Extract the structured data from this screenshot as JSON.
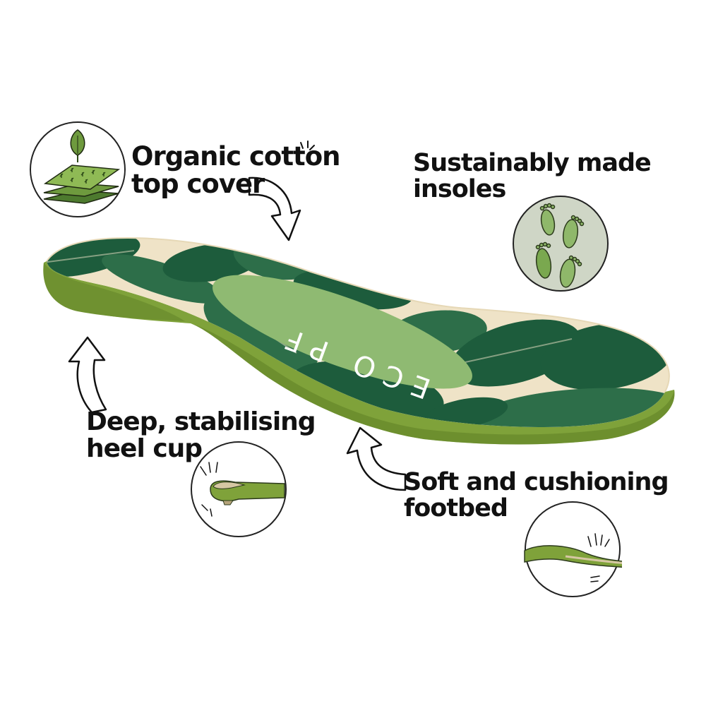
{
  "callouts": {
    "organic_cotton": {
      "line1": "Organic cotton",
      "line2": "top cover"
    },
    "sustainably_made": {
      "line1": "Sustainably made",
      "line2": "insoles"
    },
    "heel_cup": {
      "line1": "Deep, stabilising",
      "line2": "heel cup"
    },
    "footbed": {
      "line1": "Soft and cushioning",
      "line2": "footbed"
    }
  },
  "insole": {
    "brand_print": "ECO PF"
  },
  "colors": {
    "dark_leaf": "#1d5c3c",
    "mid_leaf": "#2d6e49",
    "light_green_oval": "#8fba72",
    "fabric_beige": "#efe3c7",
    "foam_green": "#7fa23a",
    "foam_dark": "#5f7f24",
    "footprint_green": "#8fb86a",
    "circle_fill_grey": "#cfd6c6"
  },
  "icons": [
    "leaf-layers-icon",
    "footprints-icon",
    "heel-cup-icon",
    "footbed-cushion-icon",
    "curved-arrow-icon"
  ]
}
